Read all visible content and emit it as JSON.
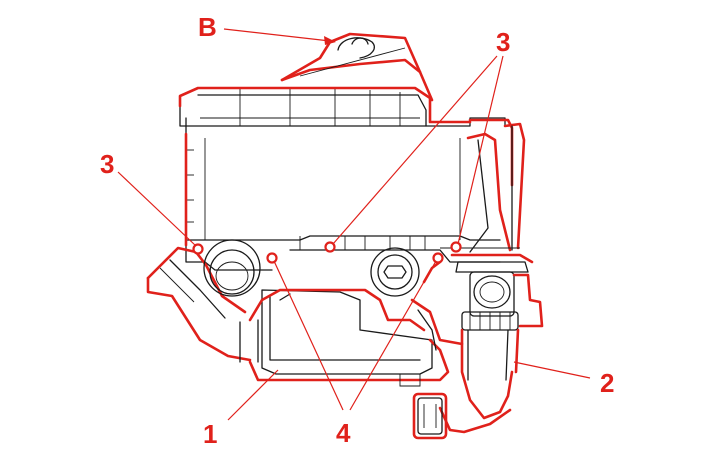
{
  "callouts": {
    "b": "B",
    "three_left": "3",
    "three_right": "3",
    "one": "1",
    "two": "2",
    "four": "4"
  },
  "colors": {
    "highlight": "#e0211b",
    "linework": "#1a1a1a",
    "background": "#ffffff"
  }
}
